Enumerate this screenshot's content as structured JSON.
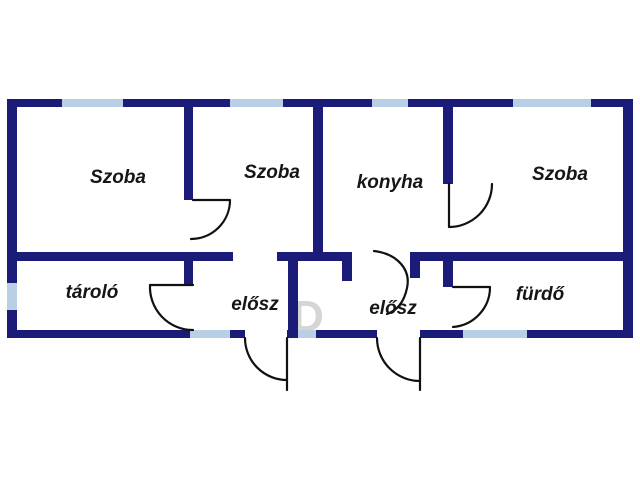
{
  "title": "apartment-floor-plan",
  "rooms": [
    {
      "id": "szoba-1",
      "label": "Szoba"
    },
    {
      "id": "szoba-2",
      "label": "Szoba"
    },
    {
      "id": "konyha",
      "label": "konyha"
    },
    {
      "id": "szoba-3",
      "label": "Szoba"
    },
    {
      "id": "tarolo",
      "label": "tároló"
    },
    {
      "id": "elosz-1",
      "label": "elősz"
    },
    {
      "id": "elosz-2",
      "label": "elősz"
    },
    {
      "id": "furdo",
      "label": "fürdő"
    }
  ],
  "watermark": {
    "text": "D"
  },
  "colors": {
    "wall": "#1b1b78",
    "window": "#b9cfe6",
    "door_line": "#111111",
    "label_text": "#161616",
    "background": "#ffffff",
    "watermark": "#8a8a8a"
  }
}
